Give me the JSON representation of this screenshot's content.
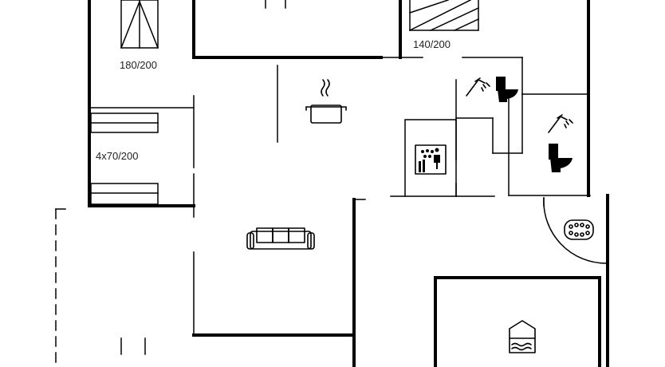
{
  "labels": {
    "bed_master": "180/200",
    "bed_second": "140/200",
    "bunks": "4x70/200"
  },
  "icons": [
    "pot-steam-icon",
    "shower-icon",
    "toilet-icon",
    "sauna-icon",
    "sofa-icon",
    "whirlpool-icon",
    "pool-icon",
    "bed-icon"
  ],
  "colors": {
    "wall": "#000000",
    "background": "#ffffff"
  }
}
